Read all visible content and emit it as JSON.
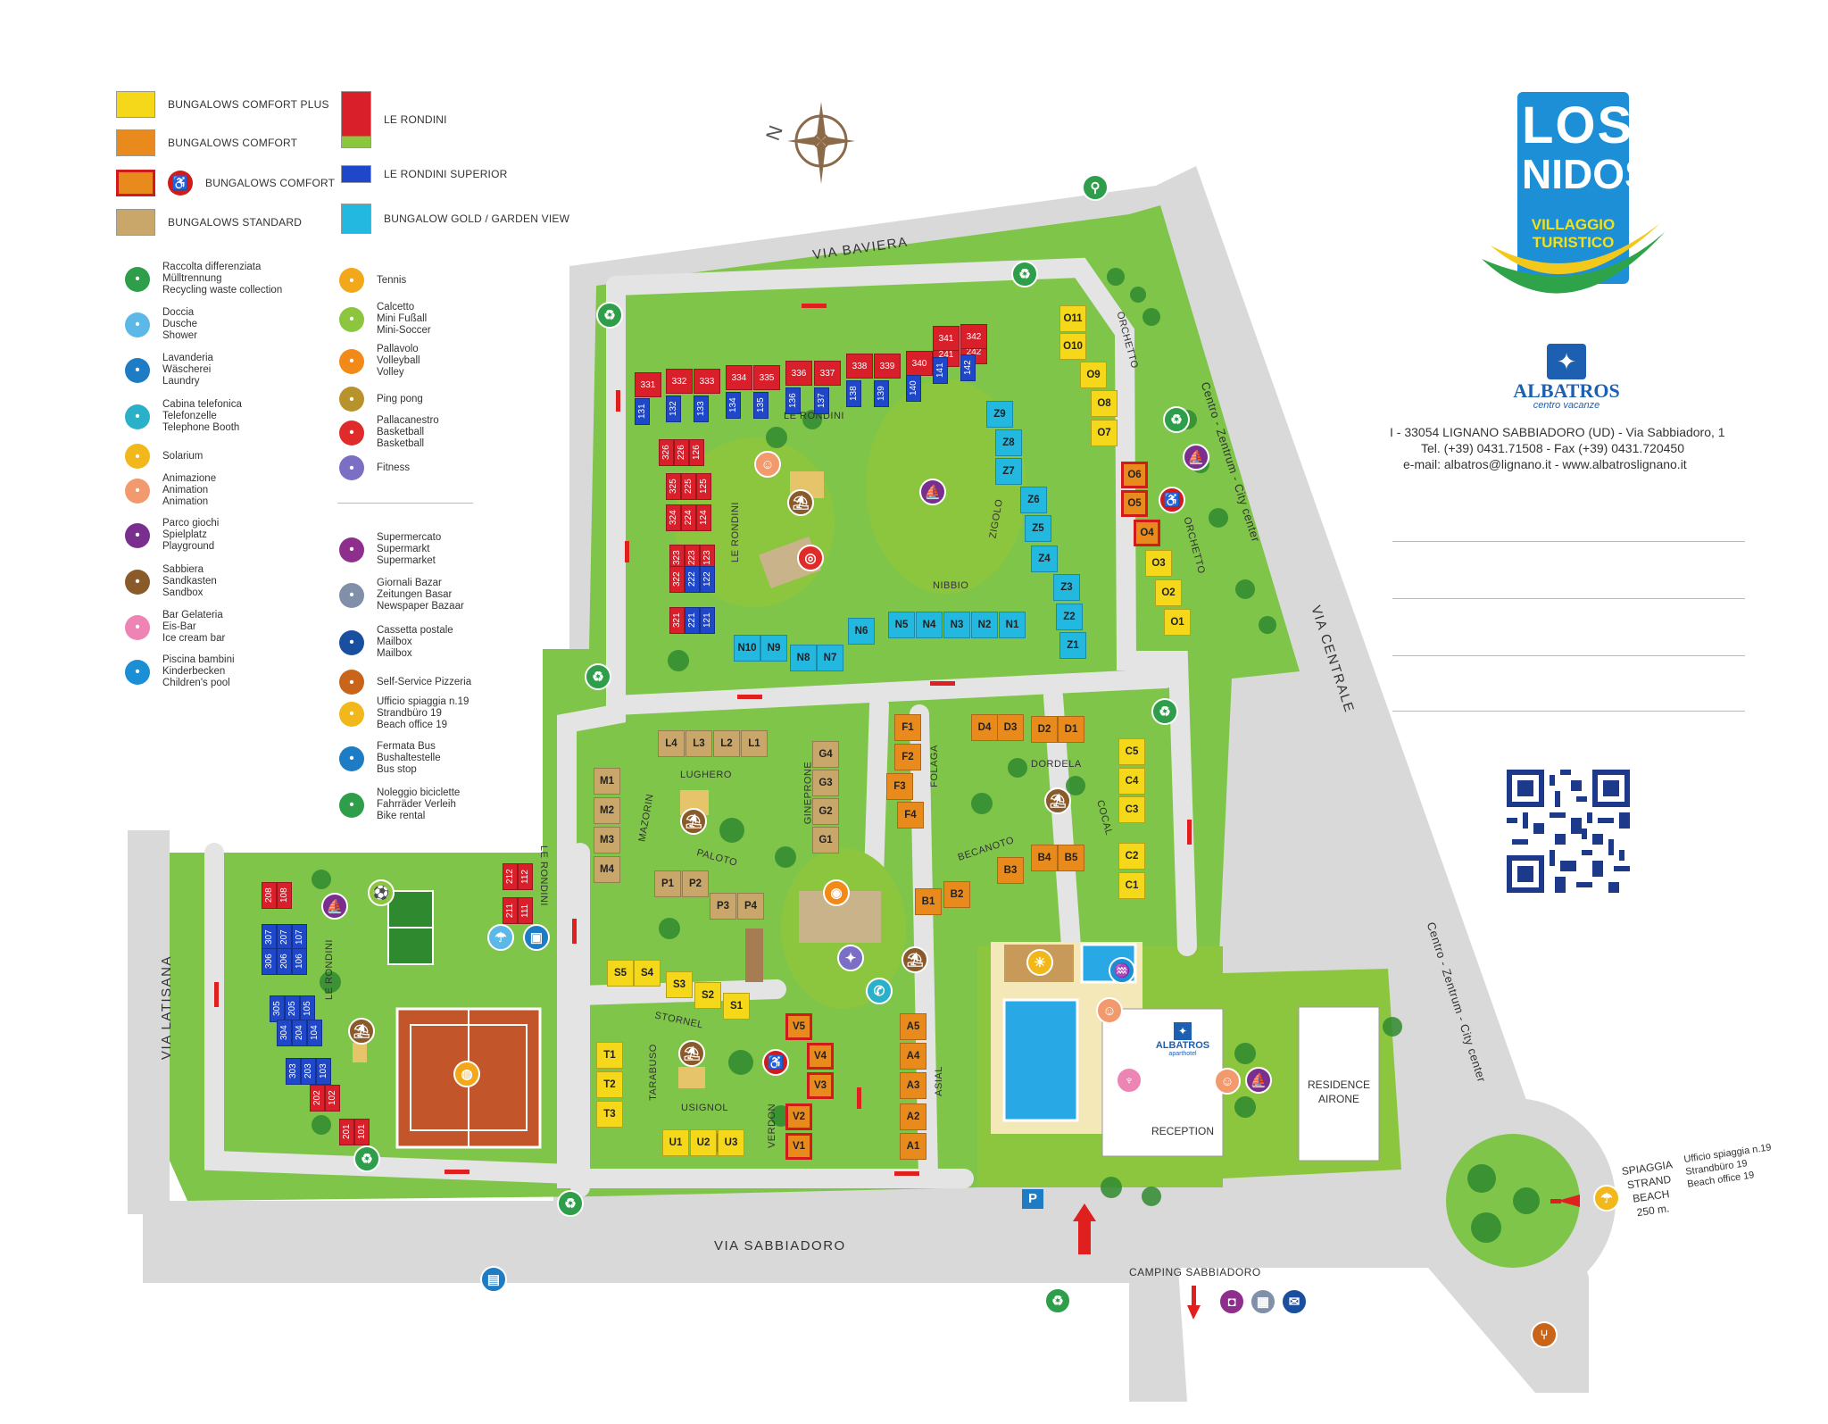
{
  "legend": {
    "types": [
      {
        "label": "BUNGALOWS COMFORT PLUS",
        "color": "#f5d81a",
        "border": "#c9a800"
      },
      {
        "label": "BUNGALOWS COMFORT",
        "color": "#e98a1c",
        "border": "#b8620a"
      },
      {
        "label": "BUNGALOWS COMFORT",
        "color": "#e98a1c",
        "border": "#d11b1b"
      },
      {
        "label": "BUNGALOWS STANDARD",
        "color": "#c9a76b",
        "border": "#9a7b45"
      },
      {
        "label": "LE RONDINI",
        "color": "#d91f2a",
        "border": "#a8141c"
      },
      {
        "label": "LE RONDINI SUPERIOR",
        "color": "#1f47c9",
        "border": "#122f8c"
      },
      {
        "label": "BUNGALOW GOLD / GARDEN VIEW",
        "color": "#22b8e0",
        "border": "#138bb0"
      }
    ],
    "services_left": [
      {
        "icon": "recycling-icon",
        "color": "#2e9e4a",
        "lines": [
          "Raccolta differenziata",
          "Mülltrennung",
          "Recycling waste collection"
        ]
      },
      {
        "icon": "shower-icon",
        "color": "#5cb8e6",
        "lines": [
          "Doccia",
          "Dusche",
          "Shower"
        ]
      },
      {
        "icon": "laundry-icon",
        "color": "#1d7cc4",
        "lines": [
          "Lavanderia",
          "Wäscherei",
          "Laundry"
        ]
      },
      {
        "icon": "telephone-icon",
        "color": "#2ab0c8",
        "lines": [
          "Cabina telefonica",
          "Telefonzelle",
          "Telephone Booth"
        ]
      },
      {
        "icon": "solarium-icon",
        "color": "#f2b71a",
        "lines": [
          "Solarium"
        ]
      },
      {
        "icon": "animation-icon",
        "color": "#f29a6e",
        "lines": [
          "Animazione",
          "Animation",
          "Animation"
        ]
      },
      {
        "icon": "playground-icon",
        "color": "#7a2f8e",
        "lines": [
          "Parco giochi",
          "Spielplatz",
          "Playground"
        ]
      },
      {
        "icon": "sandbox-icon",
        "color": "#8b5a2b",
        "lines": [
          "Sabbiera",
          "Sandkasten",
          "Sandbox"
        ]
      },
      {
        "icon": "ice-cream-icon",
        "color": "#ee84b4",
        "lines": [
          "Bar Gelateria",
          "Eis-Bar",
          "Ice cream bar"
        ]
      },
      {
        "icon": "childrens-pool-icon",
        "color": "#1a8fd6",
        "lines": [
          "Piscina bambini",
          "Kinderbecken",
          "Children's pool"
        ]
      }
    ],
    "services_right": [
      {
        "icon": "tennis-icon",
        "color": "#f2a81a",
        "lines": [
          "Tennis"
        ]
      },
      {
        "icon": "soccer-icon",
        "color": "#8cc63f",
        "lines": [
          "Calcetto",
          "Mini Fußall",
          "Mini-Soccer"
        ]
      },
      {
        "icon": "volleyball-icon",
        "color": "#f28a1a",
        "lines": [
          "Pallavolo",
          "Volleyball",
          "Volley"
        ]
      },
      {
        "icon": "ping-pong-icon",
        "color": "#b8932b",
        "lines": [
          "Ping pong"
        ]
      },
      {
        "icon": "basketball-icon",
        "color": "#e02b2b",
        "lines": [
          "Pallacanestro",
          "Basketball",
          "Basketball"
        ]
      },
      {
        "icon": "fitness-icon",
        "color": "#7a6fc4",
        "lines": [
          "Fitness"
        ]
      },
      {
        "icon": "supermarket-icon",
        "color": "#8e2f8e",
        "lines": [
          "Supermercato",
          "Supermarkt",
          "Supermarket"
        ]
      },
      {
        "icon": "newspaper-icon",
        "color": "#8090a8",
        "lines": [
          "Giornali Bazar",
          "Zeitungen Basar",
          "Newspaper Bazaar"
        ]
      },
      {
        "icon": "mailbox-icon",
        "color": "#1a4fa0",
        "lines": [
          "Cassetta postale",
          "Mailbox",
          "Mailbox"
        ]
      },
      {
        "icon": "pizzeria-icon",
        "color": "#c8651a",
        "lines": [
          "Self-Service Pizzeria"
        ]
      },
      {
        "icon": "beach-office-icon",
        "color": "#f2b71a",
        "lines": [
          "Ufficio spiaggia n.19",
          "Strandbüro 19",
          "Beach office 19"
        ]
      },
      {
        "icon": "bus-stop-icon",
        "color": "#1d7cc4",
        "lines": [
          "Fermata Bus",
          "Bushaltestelle",
          "Bus stop"
        ]
      },
      {
        "icon": "bike-rental-icon",
        "color": "#2e9e4a",
        "lines": [
          "Noleggio biciclette",
          "Fahrräder Verleih",
          "Bike rental"
        ]
      }
    ]
  },
  "logo": {
    "line1": "LOS",
    "line2": "NIDOS",
    "line3": "VILLAGGIO",
    "line4": "TURISTICO"
  },
  "company": {
    "name": "ALBATROS",
    "tagline": "centro vacanze"
  },
  "contact": {
    "address": "I - 33054 LIGNANO  SABBIADORO (UD) - Via Sabbiadoro, 1",
    "phone": "Tel. (+39) 0431.71508   -  Fax (+39) 0431.720450",
    "email": "e-mail: albatros@lignano.it  -  www.albatroslignano.it"
  },
  "compass": {
    "north": "N"
  },
  "roads": {
    "baviera": "VIA BAVIERA",
    "centrale": "VIA CENTRALE",
    "latisana": "VIA LATISANA",
    "sabbiadoro": "VIA SABBIADORO",
    "city_center_top": "Centro - Zentrum - City center",
    "city_center_bottom": "Centro - Zentrum - City center",
    "camping": "CAMPING SABBIADORO"
  },
  "streets": {
    "le_rondini_top": "LE RONDINI",
    "le_rondini_v": "LE RONDINI",
    "le_rondini_sw": "LE RONDINI",
    "le_rondini_w": "LE RONDINI",
    "zigolo": "ZIGOLO",
    "nibbio": "NIBBIO",
    "orchetto_top": "ORCHETTO",
    "orchetto_mid": "ORCHETTO",
    "lughero": "LUGHERO",
    "mazorin": "MAZORIN",
    "paloto": "PALOTO",
    "ginepione": "GINEPRONE",
    "folaga": "FOLAGA",
    "dordela": "DORDELA",
    "cocal": "COCAL",
    "becanoto": "BECANOTO",
    "stornel": "STORNEL",
    "tarabuso": "TARABUSO",
    "usignol": "USIGNOL",
    "verdon": "VERDON",
    "asial": "ASIAL"
  },
  "buildings": {
    "albatros": "ALBATROS",
    "albatros_sub": "aparthotel",
    "reception": "RECEPTION",
    "residence": "RESIDENCE",
    "residence2": "AIRONE"
  },
  "beach": {
    "l1": "SPIAGGIA",
    "l2": "STRAND",
    "l3": "BEACH",
    "l4": "250 m.",
    "o1": "Ufficio spiaggia n.19",
    "o2": "Strandbüro 19",
    "o3": "Beach office 19"
  },
  "parking": "P",
  "units": {
    "orange": [
      "F1",
      "F2",
      "F3",
      "F4",
      "D4",
      "D3",
      "D2",
      "D1",
      "B4",
      "B5",
      "B3",
      "B1",
      "B2",
      "A5",
      "A4",
      "A3",
      "A2",
      "A1"
    ],
    "yellow": [
      "O11",
      "O10",
      "O9",
      "O8",
      "O7",
      "O3",
      "O2",
      "O1",
      "C5",
      "C4",
      "C3",
      "C2",
      "C1",
      "S5",
      "S4",
      "S3",
      "S2",
      "S1",
      "T1",
      "T2",
      "T3",
      "U1",
      "U2",
      "U3"
    ],
    "orange_red": [
      "O6",
      "O5",
      "O4",
      "V5",
      "V4",
      "V3",
      "V2",
      "V1"
    ],
    "tan": [
      "L4",
      "L3",
      "L2",
      "L1",
      "M1",
      "M2",
      "M3",
      "M4",
      "P1",
      "P2",
      "P3",
      "P4",
      "G4",
      "G3",
      "G2",
      "G1"
    ],
    "cyan": [
      "Z9",
      "Z8",
      "Z7",
      "Z6",
      "Z5",
      "Z4",
      "Z3",
      "Z2",
      "Z1",
      "N5",
      "N4",
      "N3",
      "N2",
      "N1",
      "N10",
      "N9",
      "N8",
      "N7",
      "N6"
    ]
  },
  "rondini": {
    "red": [
      "331",
      "332",
      "333",
      "334",
      "335",
      "336",
      "337",
      "338",
      "339",
      "340",
      "241",
      "341",
      "242",
      "342",
      "326",
      "226",
      "126",
      "325",
      "225",
      "125",
      "324",
      "224",
      "124",
      "323",
      "223",
      "123",
      "322",
      "321",
      "208",
      "108",
      "212",
      "112",
      "211",
      "111",
      "202",
      "102",
      "201",
      "101"
    ],
    "blue": [
      "131",
      "132",
      "133",
      "134",
      "135",
      "136",
      "137",
      "138",
      "139",
      "140",
      "141",
      "142",
      "222",
      "122",
      "221",
      "121",
      "307",
      "207",
      "107",
      "306",
      "206",
      "106",
      "305",
      "205",
      "105",
      "304",
      "204",
      "104",
      "303",
      "203",
      "103"
    ]
  }
}
